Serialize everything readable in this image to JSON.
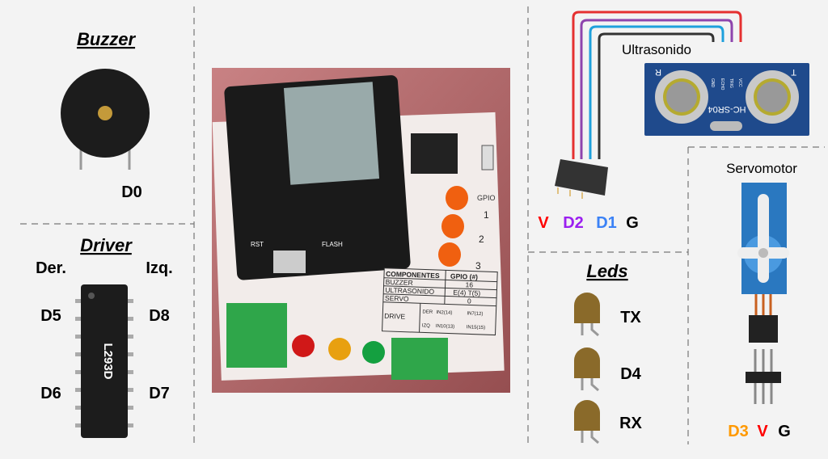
{
  "buzzer": {
    "title": "Buzzer",
    "pin": "D0"
  },
  "driver": {
    "title": "Driver",
    "left_header": "Der.",
    "right_header": "Izq.",
    "chip_label": "L293D",
    "pins": {
      "top_left": "D5",
      "top_right": "D8",
      "bottom_left": "D6",
      "bottom_right": "D7"
    }
  },
  "photo": {
    "table": {
      "headers": [
        "COMPONENTES",
        "GPIO (#)"
      ],
      "rows": [
        [
          "BUZZER",
          "16"
        ],
        [
          "ULTRASONIDO",
          "E(4)  T(5)"
        ],
        [
          "SERVO",
          "0"
        ]
      ],
      "drive": {
        "label": "DRIVE",
        "der": "DER",
        "izq": "IZQ",
        "der_pins": [
          "IN2(14)",
          "IN7(12)"
        ],
        "izq_pins": [
          "IN10(13)",
          "IN15(15)"
        ]
      }
    },
    "gpio_label": "GPIO",
    "led_numbers": [
      "1",
      "2",
      "3"
    ],
    "rst": "RST",
    "flash": "FLASH"
  },
  "ultrasonic": {
    "title": "Ultrasonido",
    "model": "HC-SR04",
    "pin_names": [
      "GND",
      "ECHO",
      "TRIG",
      "VCC"
    ],
    "side_r": "R",
    "side_t": "T",
    "pins": [
      {
        "label": "V",
        "color": "#ff0000"
      },
      {
        "label": "D2",
        "color": "#9b1ff0"
      },
      {
        "label": "D1",
        "color": "#3b82f6"
      },
      {
        "label": "G",
        "color": "#000000"
      }
    ]
  },
  "leds": {
    "title": "Leds",
    "items": [
      "TX",
      "D4",
      "RX"
    ]
  },
  "servo": {
    "title": "Servomotor",
    "pins": [
      {
        "label": "D3",
        "color": "#ff9900"
      },
      {
        "label": "V",
        "color": "#ff0000"
      },
      {
        "label": "G",
        "color": "#000000"
      }
    ]
  }
}
